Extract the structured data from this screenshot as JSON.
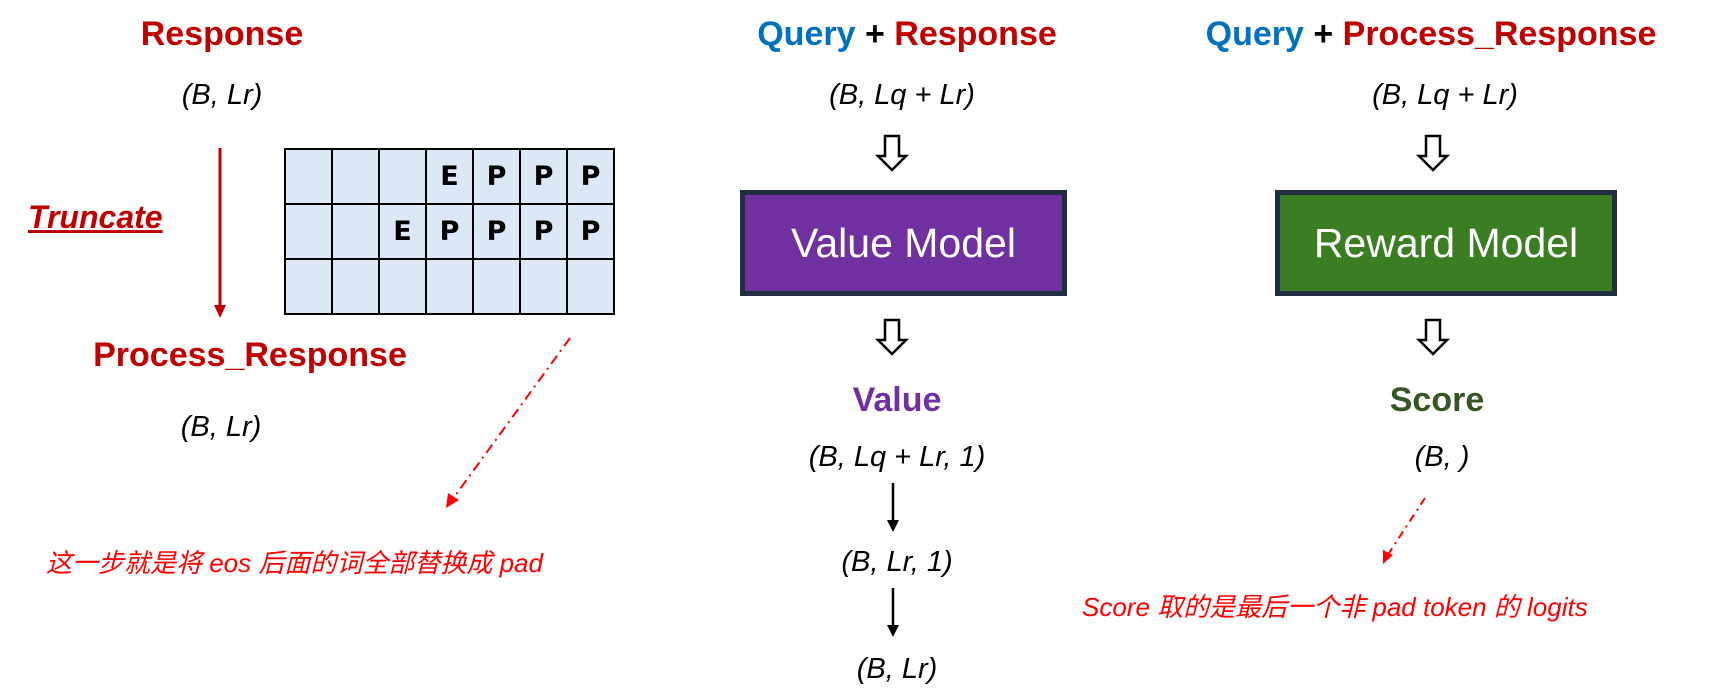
{
  "left": {
    "response_title": "Response",
    "response_shape": "(B, Lr)",
    "truncate_label": "Truncate",
    "process_title": "Process_Response",
    "process_shape": "(B, Lr)",
    "grid_rows": [
      [
        "",
        "",
        "",
        "E",
        "P",
        "P",
        "P"
      ],
      [
        "",
        "",
        "E",
        "P",
        "P",
        "P",
        "P"
      ],
      [
        "",
        "",
        "",
        "",
        "",
        "",
        ""
      ]
    ],
    "note": "这一步就是将 eos 后面的词全部替换成 pad"
  },
  "middle": {
    "title_query": "Query",
    "title_plus": "+",
    "title_response": "Response",
    "input_shape": "(B, Lq + Lr)",
    "model_label": "Value Model",
    "model_color": "#7030A0",
    "output_title": "Value",
    "output_shape_1": "(B, Lq + Lr, 1)",
    "output_shape_2": "(B, Lr, 1)",
    "output_shape_3": "(B, Lr)"
  },
  "right": {
    "title_query": "Query",
    "title_plus": "+",
    "title_response": "Process_Response",
    "input_shape": "(B, Lq + Lr)",
    "model_label": "Reward Model",
    "model_color": "#3B7D23",
    "output_title": "Score",
    "output_shape": "(B, )",
    "note": "Score 取的是最后一个非 pad token 的 logits"
  },
  "colors": {
    "red": "#C00000",
    "blue": "#0070C0",
    "purple": "#7030A0",
    "green": "#375623",
    "note_red": "#FF0000",
    "grid_fill": "#DCE8F5"
  }
}
